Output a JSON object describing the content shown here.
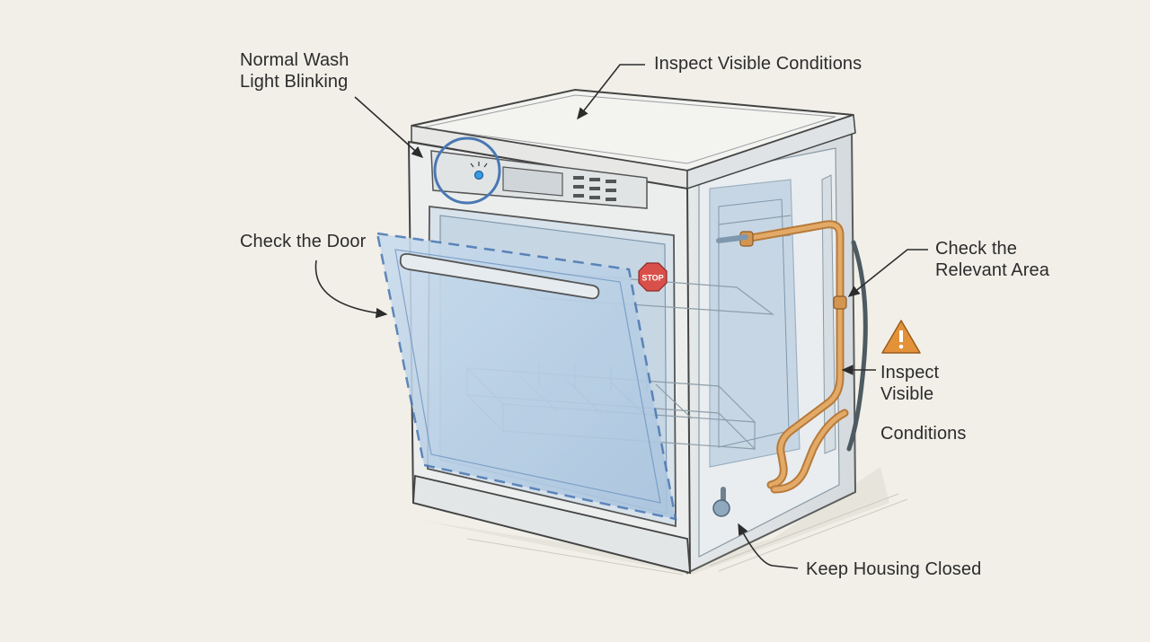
{
  "labels": {
    "normal_wash_line1": "Normal Wash",
    "normal_wash_line2": "Light Blinking",
    "inspect_top": "Inspect Visible Conditions",
    "check_door": "Check the Door",
    "relevant_line1": "Check the",
    "relevant_line2": "Relevant Area",
    "inspect_side_line1": "Inspect",
    "inspect_side_line2": "Visible",
    "inspect_side_line3": "Conditions",
    "keep_closed": "Keep Housing Closed",
    "stop_sign": "STOP"
  },
  "icons": {
    "warning": "warning-triangle-icon",
    "stop": "stop-sign-icon",
    "indicator": "blinking-light-icon"
  },
  "colors": {
    "background": "#f1efe8",
    "highlight_blue": "#4a78b3",
    "door_fill": "#bcd3e8",
    "pipe_orange": "#d89a55",
    "warning_orange": "#e3923a",
    "stop_red": "#d9504a",
    "line": "#333333"
  }
}
